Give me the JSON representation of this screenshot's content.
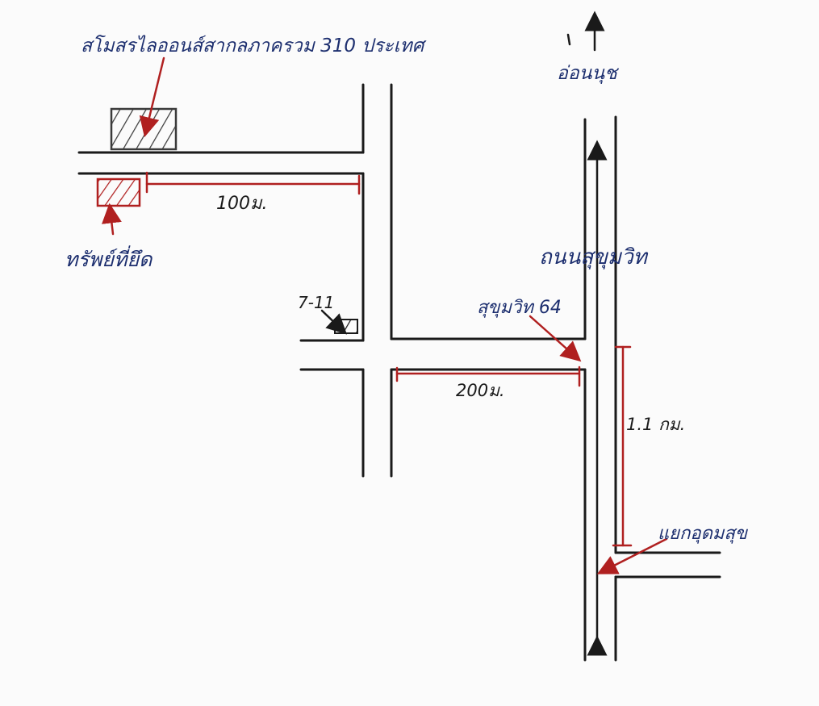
{
  "map": {
    "labels": {
      "top_note": "สโมสรไลออนส์สากลภาครวม 310 ประเทศ",
      "direction_north": "อ่อนนุช",
      "property": "ทรัพย์ที่ยึด",
      "store": "7-11",
      "main_road": "ถนนสุขุมวิท",
      "soi": "สุขุมวิท 64",
      "junction": "แยกอุดมสุข"
    },
    "distances": {
      "to_property": "100ม.",
      "soi_segment": "200ม.",
      "to_junction": "1.1 กม."
    },
    "colors": {
      "road_ink": "#1a1a1a",
      "measure_ink": "#b02020",
      "label_ink": "#1d2f6f"
    }
  }
}
